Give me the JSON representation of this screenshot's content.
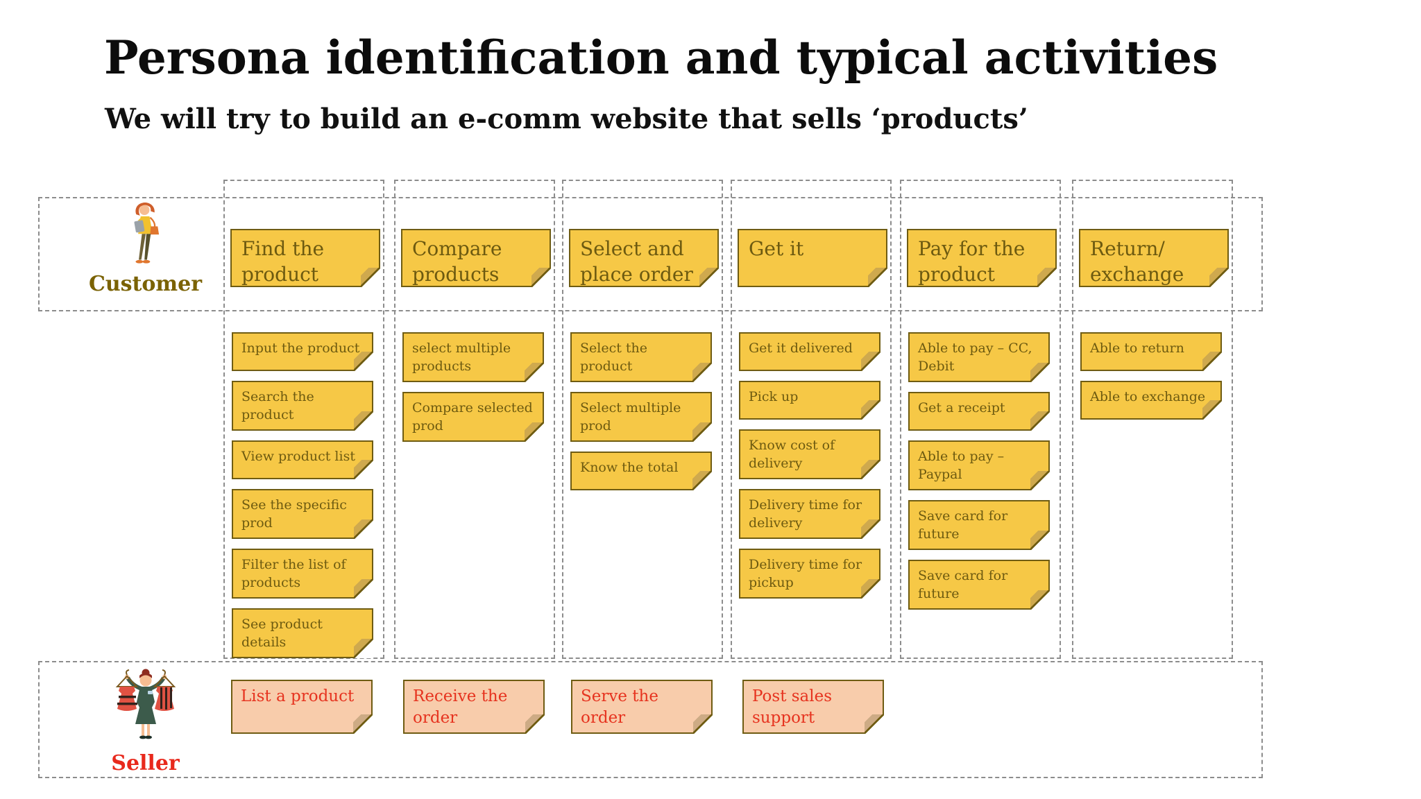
{
  "title": "Persona identification and typical activities",
  "subtitle": "We will try to build an e-comm website that sells ‘products’",
  "personas": {
    "customer": {
      "label": "Customer"
    },
    "seller": {
      "label": "Seller"
    }
  },
  "columns": [
    {
      "header": "Find the product",
      "notes": [
        "Input the product",
        "Search the product",
        "View product list",
        "See the specific prod",
        "Filter the list of products",
        "See product details"
      ]
    },
    {
      "header": "Compare products",
      "notes": [
        "select multiple products",
        "Compare selected prod"
      ]
    },
    {
      "header": "Select and place order",
      "notes": [
        "Select the product",
        "Select multiple prod",
        "Know the total"
      ]
    },
    {
      "header": "Get it",
      "notes": [
        "Get it delivered",
        "Pick up",
        "Know cost of delivery",
        "Delivery time for delivery",
        "Delivery time for pickup"
      ]
    },
    {
      "header": "Pay for the product",
      "notes": [
        "Able to pay – CC, Debit",
        "Get a receipt",
        "Able to pay – Paypal",
        "Save card for future",
        "Save card for future"
      ]
    },
    {
      "header": "Return/\nexchange",
      "notes": [
        "Able to return",
        "Able to exchange"
      ]
    }
  ],
  "seller_notes": [
    "List a product",
    "Receive the order",
    "Serve the order",
    "Post sales support"
  ],
  "colors": {
    "sticky_yellow": "#f6c846",
    "sticky_peach": "#f8ccab",
    "note_border_olive": "#6f5c12",
    "note_text_olive": "#6d5a10",
    "seller_text_red": "#e6331f",
    "customer_label": "#7a6204",
    "dashed_border_gray": "#8c8c8c"
  }
}
